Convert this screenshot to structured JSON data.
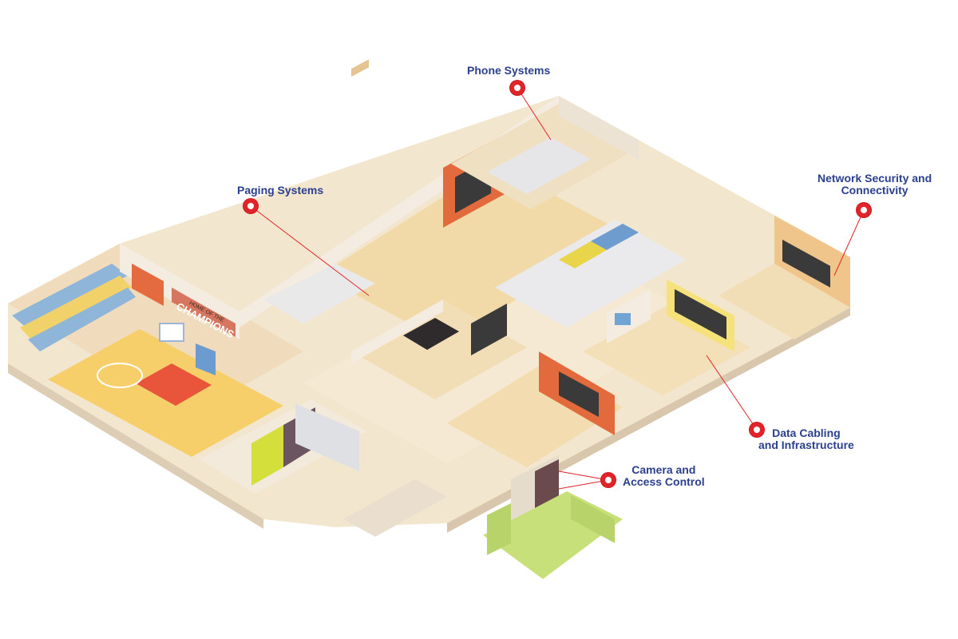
{
  "hotspots": [
    {
      "id": "phone-systems",
      "lines": [
        "Phone Systems"
      ]
    },
    {
      "id": "paging-systems",
      "lines": [
        "Paging Systems"
      ]
    },
    {
      "id": "network-security",
      "lines": [
        "Network Security and",
        "Connectivity"
      ]
    },
    {
      "id": "data-cabling",
      "lines": [
        "Data Cabling",
        "and Infrastructure"
      ]
    },
    {
      "id": "camera-access",
      "lines": [
        "Camera and",
        "Access Control"
      ]
    }
  ],
  "wall_signs": {
    "gym_banner_top": "HOME OF THE",
    "gym_banner_main": "CHAMPIONS"
  },
  "colors": {
    "label_text": "#2b3f8c",
    "pin": "#e1242a",
    "leader_line": "#e1242a",
    "floor": "#f5e3bf",
    "wall": "#f4ece0",
    "wall_side": "#e2d3bd",
    "court": "#f7cf6a",
    "court_key": "#e8553a",
    "accent_wall": "#e26a3d",
    "green_entrance": "#c8e07a"
  }
}
